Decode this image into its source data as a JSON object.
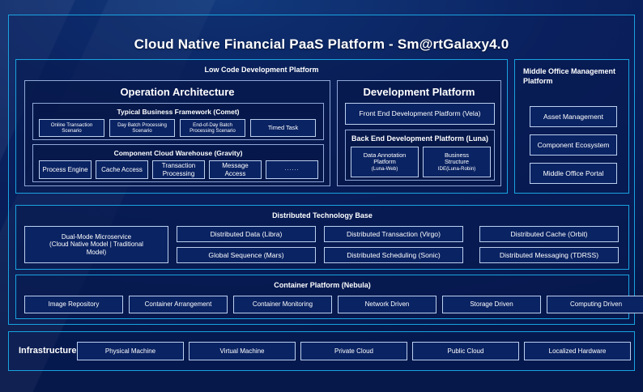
{
  "title": "Cloud Native Financial PaaS Platform - Sm@rtGalaxy4.0",
  "colors": {
    "accent_cyan": "#19a3e0",
    "panel_border": "#2e8fe0",
    "box_border": "#bcd0ee",
    "background_navy": "#0a2363",
    "text": "#ffffff"
  },
  "low_code": {
    "header": "Low Code Development Platform",
    "operation_architecture": {
      "header": "Operation Architecture",
      "business_framework": {
        "header": "Typical Business Framework (Comet)",
        "items": [
          "Online Transaction Scenario",
          "Day Batch Processing Scenario",
          "End-of-Day Batch Processing Scenario",
          "Timed Task"
        ]
      },
      "component_warehouse": {
        "header": "Component Cloud Warehouse (Gravity)",
        "items": [
          "Process Engine",
          "Cache Access",
          "Transaction Processing",
          "Message Access",
          "......"
        ]
      }
    },
    "development_platform": {
      "header": "Development Platform",
      "front_end": "Front End Development Platform (Vela)",
      "back_end": {
        "header": "Back End Development Platform (Luna)",
        "items": [
          {
            "line1": "Data Annotation",
            "line2": "Platform",
            "line3": "(Luna-Web)"
          },
          {
            "line1": "Business",
            "line2": "Structure",
            "line3": "IDE(Luna-Robin)"
          }
        ]
      }
    }
  },
  "middle_office": {
    "header": "Middle Office Management Platform",
    "items": [
      "Asset Management",
      "Component Ecosystem",
      "Middle Office Portal"
    ]
  },
  "distributed_base": {
    "header": "Distributed Technology Base",
    "feature": "Dual-Mode Microservice (Cloud Native Model | Traditional Model)",
    "feature_lines": [
      "Dual-Mode Microservice",
      "(Cloud Native Model | Traditional",
      "Model)"
    ],
    "items": [
      "Distributed Data (Libra)",
      "Distributed Transaction (Virgo)",
      "Distributed Cache (Orbit)",
      "Global Sequence (Mars)",
      "Distributed Scheduling (Sonic)",
      "Distributed Messaging (TDRSS)"
    ]
  },
  "container_platform": {
    "header": "Container Platform (Nebula)",
    "items": [
      "Image Repository",
      "Container Arrangement",
      "Container Monitoring",
      "Network Driven",
      "Storage Driven",
      "Computing Driven"
    ]
  },
  "infrastructure": {
    "label": "Infrastructure",
    "items": [
      "Physical Machine",
      "Virtual Machine",
      "Private Cloud",
      "Public Cloud",
      "Localized Hardware"
    ]
  }
}
